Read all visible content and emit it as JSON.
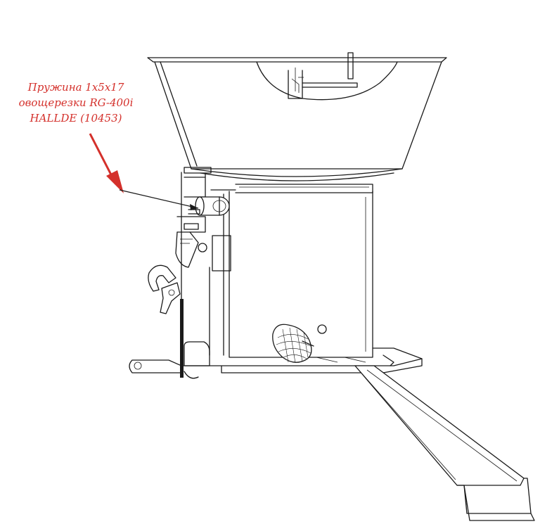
{
  "callout": {
    "lines": [
      "Пружина 1х5х17",
      "овощерезки RG-400i",
      "HALLDE (10453)"
    ]
  },
  "colors": {
    "callout_text": "#d4302b",
    "arrow": "#d4302b",
    "drawing_stroke": "#1a1a1a",
    "background": "#ffffff"
  }
}
